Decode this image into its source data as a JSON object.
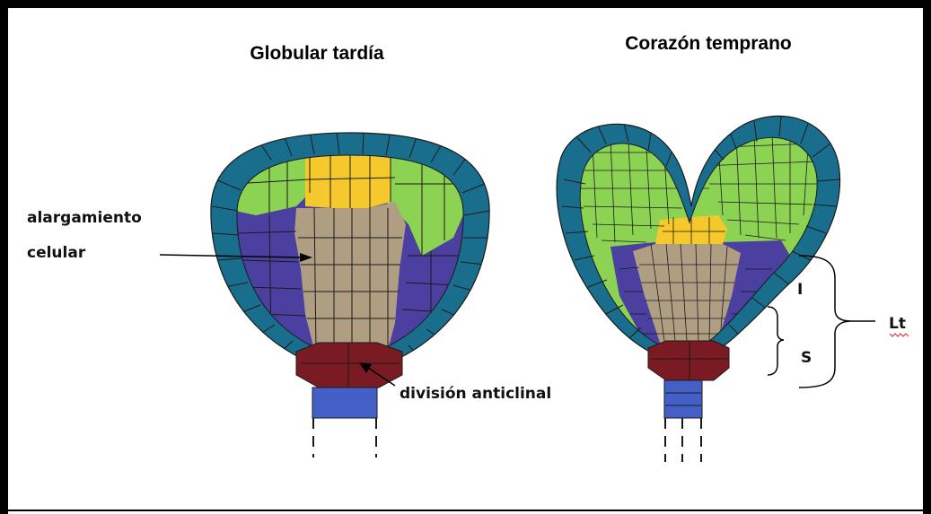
{
  "titles": {
    "left": "Globular tardía",
    "right": "Corazón temprano"
  },
  "labels": {
    "elongation_line1": "alargamiento",
    "elongation_line2": "celular",
    "division": "división anticlinal",
    "upper": "I",
    "lower": "S",
    "total": "Lt"
  },
  "colors": {
    "protoderm": "#186e8c",
    "cotyledon": "#8cd354",
    "apical": "#f5c92c",
    "central": "#b09e82",
    "provascular": "#4b3fa0",
    "hypophysis": "#7a1b24",
    "suspensor": "#4460c8",
    "cell_line": "#1a1a1a"
  }
}
